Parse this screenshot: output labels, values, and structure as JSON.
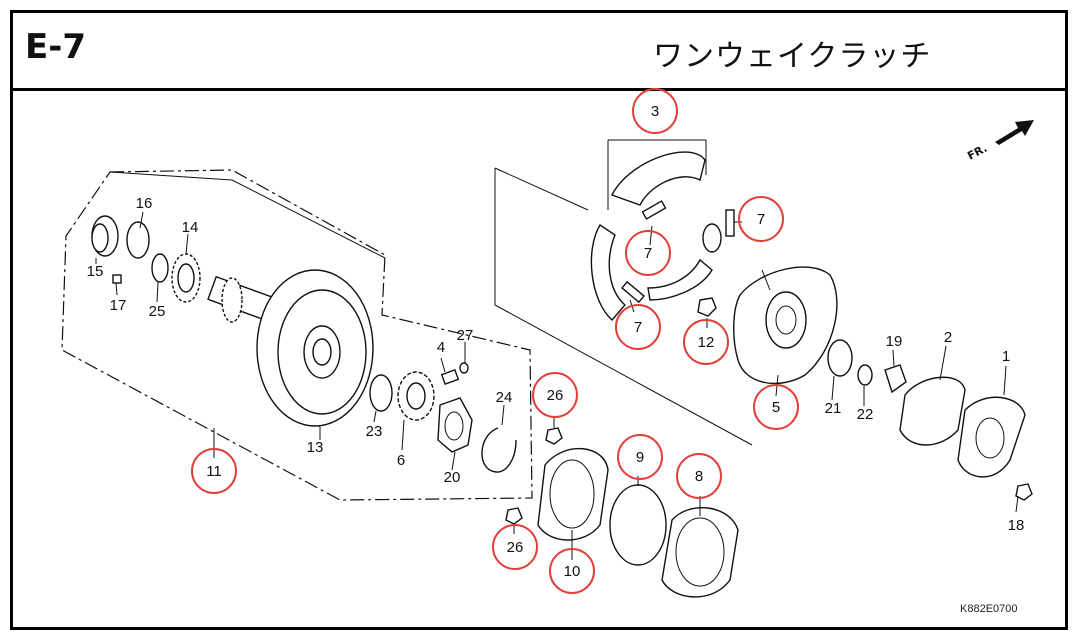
{
  "header": {
    "section_code": "E-7",
    "title": "ワンウェイクラッチ"
  },
  "diagram_code": "K882E0700",
  "direction_label": "FR.",
  "callouts": [
    "1",
    "2",
    "3",
    "4",
    "5",
    "6",
    "7",
    "7",
    "7",
    "8",
    "9",
    "10",
    "11",
    "12",
    "13",
    "14",
    "15",
    "16",
    "17",
    "18",
    "19",
    "20",
    "21",
    "22",
    "23",
    "24",
    "25",
    "26",
    "26",
    "27"
  ],
  "colors": {
    "frame": "#000000",
    "highlight_circle": "#e0403a",
    "line_art": "#111111"
  }
}
